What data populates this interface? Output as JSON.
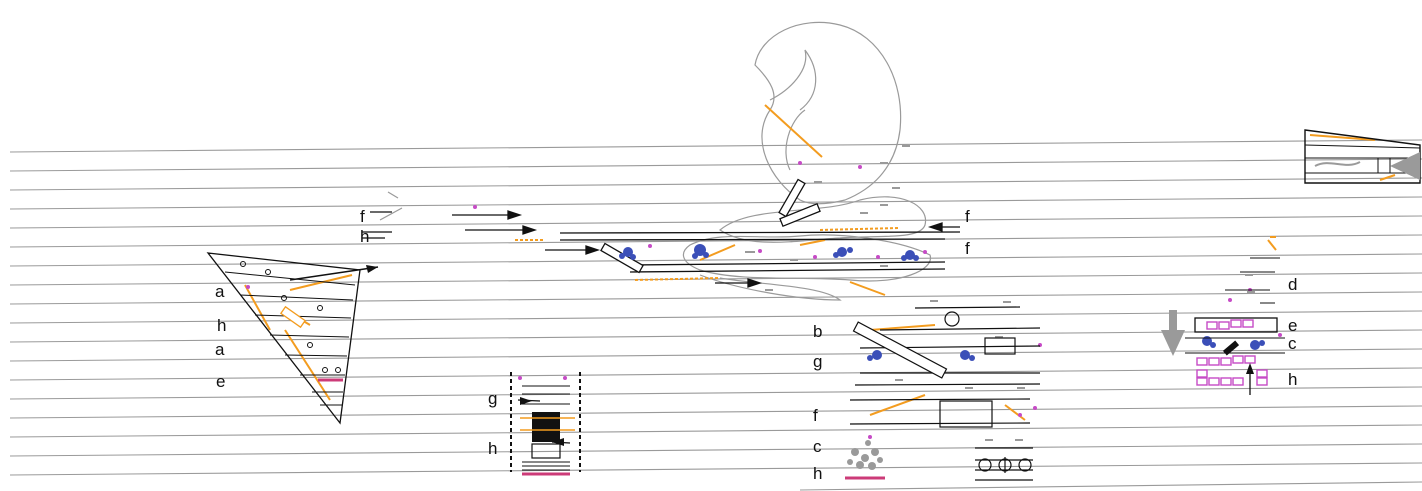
{
  "diagram": {
    "labels": {
      "left_fh_f": "f",
      "left_fh_h": "h",
      "tri_a1": "a",
      "tri_h": "h",
      "tri_a2": "a",
      "tri_e": "e",
      "box_g": "g",
      "box_h": "h",
      "center_f1": "f",
      "center_f2": "f",
      "mid_b": "b",
      "mid_g": "g",
      "mid_f": "f",
      "mid_c": "c",
      "mid_h": "h",
      "right_d": "d",
      "right_e": "e",
      "right_c": "c",
      "right_h": "h"
    },
    "colors": {
      "strata": "#9a9a9a",
      "ink": "#111111",
      "orange": "#f39c1f",
      "blue": "#3b4fb8",
      "magenta": "#c64bc6",
      "pink": "#cc3b78",
      "grey_arrow": "#9a9a9a"
    }
  }
}
